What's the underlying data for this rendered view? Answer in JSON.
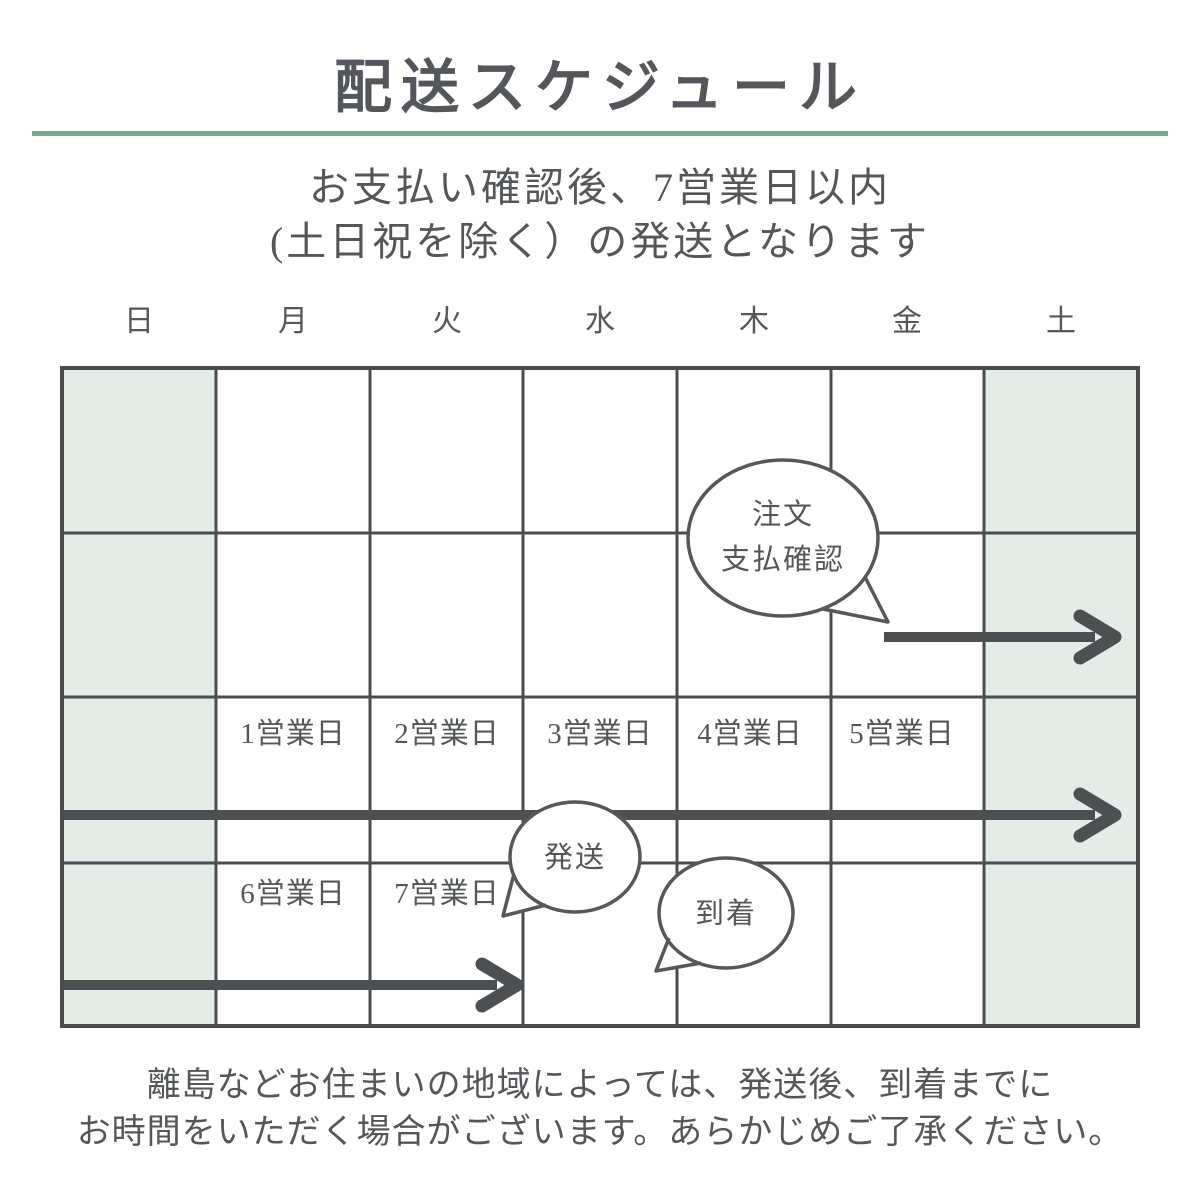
{
  "page": {
    "title": "配送スケジュール",
    "subtitle_line1": "お支払い確認後、7営業日以内",
    "subtitle_line2": "(土日祝を除く）の発送となります",
    "footer_line1": "離島などお住まいの地域によっては、発送後、到着までに",
    "footer_line2": "お時間をいただく場合がございます。あらかじめご了承ください。"
  },
  "calendar": {
    "days": [
      "日",
      "月",
      "火",
      "水",
      "木",
      "金",
      "土"
    ],
    "weekend_days": [
      "日",
      "土"
    ],
    "business_day_labels": [
      "1営業日",
      "2営業日",
      "3営業日",
      "4営業日",
      "5営業日",
      "6営業日",
      "7営業日"
    ],
    "rows": 4,
    "columns": 7
  },
  "bubbles": {
    "order": {
      "line1": "注文",
      "line2": "支払確認"
    },
    "shipping": {
      "label": "発送"
    },
    "arrival": {
      "label": "到着"
    }
  },
  "colors": {
    "text": "#54575a",
    "grid_line": "#4a4d4f",
    "weekend_cell": "#e3ece7",
    "title_underline": "#79a78c",
    "arrow": "#4d5053",
    "background": "#ffffff"
  }
}
